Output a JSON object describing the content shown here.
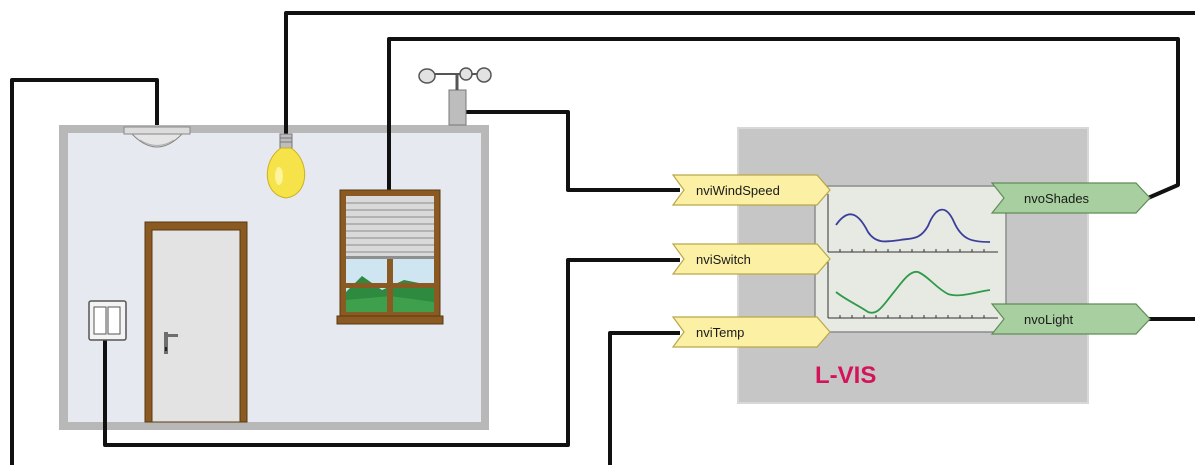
{
  "device": {
    "name": "L-VIS"
  },
  "inputs": [
    {
      "label": "nviWindSpeed"
    },
    {
      "label": "nviSwitch"
    },
    {
      "label": "nviTemp"
    }
  ],
  "outputs": [
    {
      "label": "nvoShades"
    },
    {
      "label": "nvoLight"
    }
  ],
  "colors": {
    "wire": "#111111",
    "room_wall": "#b5b5b5",
    "room_floor": "#e6e9ef",
    "device_panel": "#c9c9c9",
    "screen": "#e8ebe4",
    "input_tag": "#fbf0a3",
    "output_tag": "#a7cf9f",
    "brand_text": "#d4145a",
    "door_frame": "#8a5a22",
    "window_frame": "#8a5a22",
    "bulb": "#f6e34a",
    "chart_line_top": "#3c3f9a",
    "chart_line_bottom": "#2f9a4a"
  },
  "icons": [
    "ceiling-sensor-icon",
    "light-bulb-icon",
    "anemometer-icon",
    "wall-switch-icon",
    "door-handle-icon",
    "window-shade-icon"
  ]
}
